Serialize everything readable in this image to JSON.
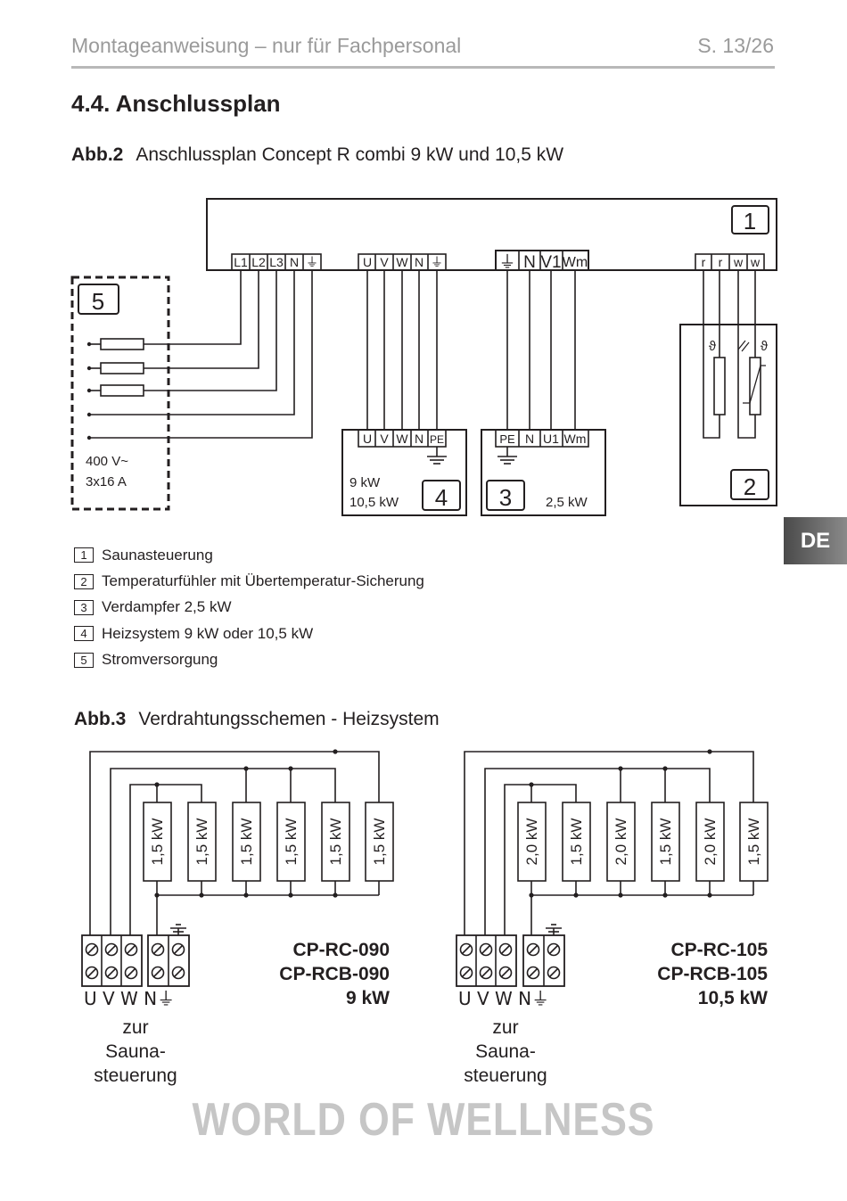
{
  "header": {
    "title": "Montageanweisung – nur für Fachpersonal",
    "page": "S. 13/26"
  },
  "section": {
    "title": "4.4.  Anschlussplan"
  },
  "language_tab": "DE",
  "figure2": {
    "label": "Abb.2",
    "caption": "Anschlussplan Concept R combi 9 kW und 10,5 kW",
    "box1": {
      "number": "1",
      "terminals_a": [
        "L1",
        "L2",
        "L3",
        "N",
        "⏚"
      ],
      "terminals_b": [
        "U",
        "V",
        "W",
        "N",
        "⏚"
      ],
      "terminals_c": [
        "⏚",
        "N",
        "V1",
        "Wm"
      ],
      "terminals_d": [
        "r",
        "r",
        "w",
        "w"
      ]
    },
    "box2": {
      "number": "2",
      "theta": "ϑ"
    },
    "box3": {
      "number": "3",
      "terminals": [
        "PE",
        "N",
        "U1",
        "Wm"
      ],
      "power": "2,5 kW"
    },
    "box4": {
      "number": "4",
      "terminals": [
        "U",
        "V",
        "W",
        "N",
        "PE"
      ],
      "power_1": "9 kW",
      "power_2": "10,5 kW"
    },
    "box5": {
      "number": "5",
      "voltage": "400 V~",
      "current": "3x16 A"
    }
  },
  "legend": [
    {
      "num": "1",
      "text": "Saunasteuerung"
    },
    {
      "num": "2",
      "text": "Temperaturfühler mit Übertemperatur-Sicherung"
    },
    {
      "num": "3",
      "text": "Verdampfer 2,5 kW"
    },
    {
      "num": "4",
      "text": "Heizsystem 9 kW oder 10,5 kW"
    },
    {
      "num": "5",
      "text": "Stromversorgung"
    }
  ],
  "figure3": {
    "label": "Abb.3",
    "caption": "Verdrahtungsschemen - Heizsystem",
    "left": {
      "elements": [
        "1,5 kW",
        "1,5 kW",
        "1,5 kW",
        "1,5 kW",
        "1,5 kW",
        "1,5 kW"
      ],
      "terminal_labels": "U V W  N⏚",
      "note_1": "zur",
      "note_2": "Sauna-",
      "note_3": "steuerung",
      "model_1": "CP-RC-090",
      "model_2": "CP-RCB-090",
      "model_3": "9 kW"
    },
    "right": {
      "elements": [
        "2,0 kW",
        "1,5 kW",
        "2,0 kW",
        "1,5 kW",
        "2,0 kW",
        "1,5 kW"
      ],
      "terminal_labels": "U V W  N⏚",
      "note_1": "zur",
      "note_2": "Sauna-",
      "note_3": "steuerung",
      "model_1": "CP-RC-105",
      "model_2": "CP-RCB-105",
      "model_3": "10,5 kW"
    }
  },
  "footer": {
    "brand": "WORLD OF WELLNESS"
  }
}
